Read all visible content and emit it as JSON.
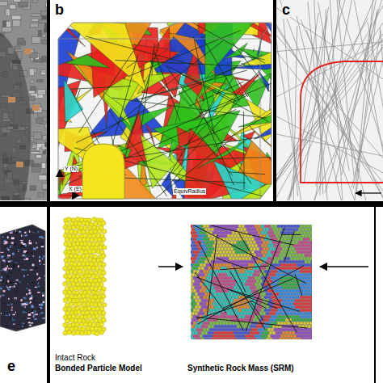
{
  "diagram": {
    "nodes": [
      {
        "text": [
          "Intact Rock",
          "Bonded Particle Model"
        ]
      },
      {
        "text": [
          "Synthetic Rock Mass (SRM)"
        ]
      }
    ],
    "edges": [
      {
        "from": 0,
        "to": 1,
        "arrow": "to"
      }
    ],
    "labels": [
      "b",
      "c",
      "EquivRadius",
      "Y (N)",
      "X (E)",
      "e"
    ]
  }
}
